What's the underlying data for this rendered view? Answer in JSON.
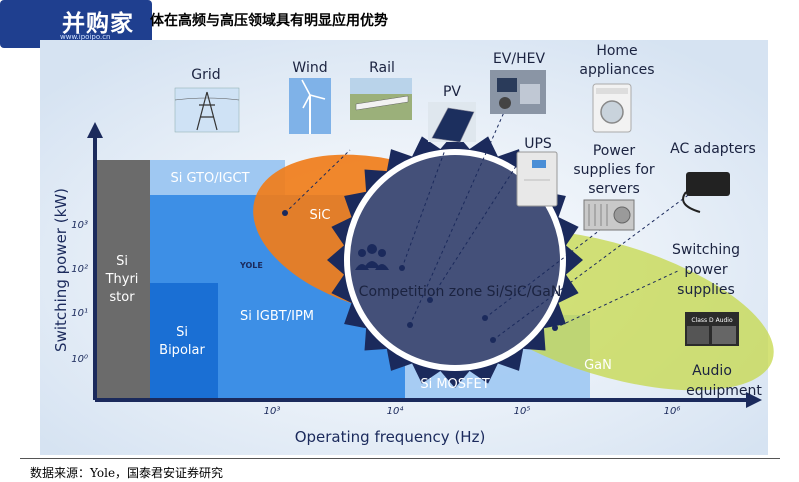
{
  "header": {
    "title": "体在高频与高压领域具有明显应用优势",
    "logo_text": "并购家",
    "logo_url": "www.ipoipo.cn"
  },
  "diagram": {
    "y_axis_label": "Switching power (kW)",
    "x_axis_label": "Operating frequency (Hz)",
    "y_ticks": [
      "10³",
      "10²",
      "10¹",
      "10⁰"
    ],
    "x_ticks": [
      "10³",
      "10⁴",
      "10⁵",
      "10⁶"
    ],
    "regions": {
      "si_thyristor": [
        "Si",
        "Thyri",
        "stor"
      ],
      "si_gto": "Si GTO/IGCT",
      "si_bipolar": [
        "Si",
        "Bipolar"
      ],
      "si_igbt": "Si IGBT/IPM",
      "si_mosfet": "Si MOSFET",
      "sic": "SiC",
      "gan": "GaN",
      "competition": "Competition zone Si/SiC/GaN",
      "yole_mark": "YOLE"
    },
    "applications": {
      "grid": "Grid",
      "wind": "Wind",
      "rail": "Rail",
      "pv": "PV",
      "ev": "EV/HEV",
      "home": [
        "Home",
        "appliances"
      ],
      "ups": "UPS",
      "power_supplies": [
        "Power",
        "supplies for",
        "servers"
      ],
      "ac_adapters": "AC adapters",
      "switching_power": [
        "Switching",
        "power",
        "supplies"
      ],
      "audio": [
        "Audio",
        "equipment"
      ],
      "audio_badge": "Class D Audio"
    },
    "colors": {
      "thyristor": "#6b6b6b",
      "si_dark_blue": "#1a6fd4",
      "si_mid_blue": "#3d8fe6",
      "si_light_blue": "#9fc8f2",
      "sic_orange": "#f07d1a",
      "gan_green": "#c5d84a",
      "axis_navy": "#1b2a5c",
      "stage_bg": "#d6e3f2"
    }
  },
  "footer": {
    "source": "数据来源：Yole，国泰君安证券研究"
  }
}
